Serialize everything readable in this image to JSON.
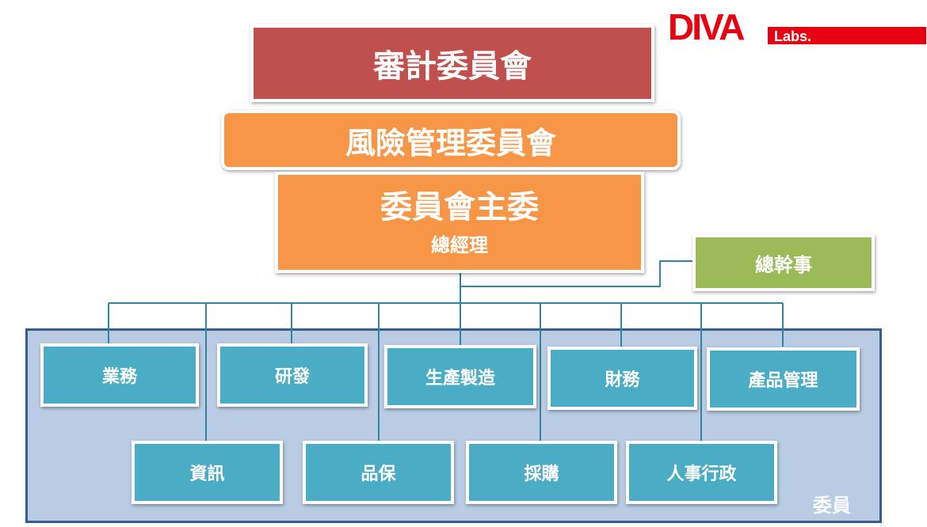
{
  "logo": {
    "brand": "DIVA",
    "suffix": "Labs."
  },
  "audit_committee": {
    "label": "審計委員會",
    "color": "#C0504D"
  },
  "risk_committee": {
    "label": "風險管理委員會",
    "color": "#F79646"
  },
  "chair": {
    "title": "委員會主委",
    "subtitle": "總經理",
    "color": "#F79646"
  },
  "secretary": {
    "label": "總幹事",
    "color": "#9BBB59"
  },
  "members": {
    "label": "委員",
    "box_color": "#4BACC6",
    "container_color": "#B9CCE4",
    "row1": [
      "業務",
      "研發",
      "生產製造",
      "財務",
      "產品管理"
    ],
    "row2": [
      "資訊",
      "品保",
      "採購",
      "人事行政"
    ]
  },
  "connector_color": "#31859C"
}
